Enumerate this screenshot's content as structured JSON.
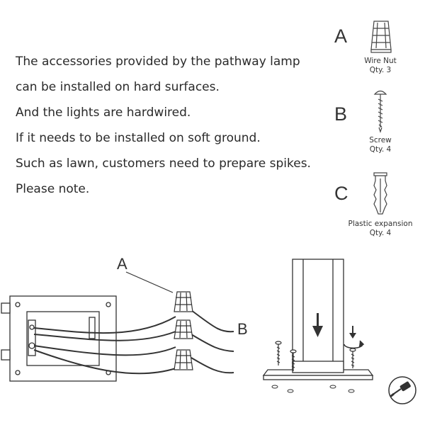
{
  "intro_lines": [
    "The accessories provided by the pathway lamp",
    "can be installed on hard surfaces.",
    "And the lights are hardwired.",
    "If it needs to be installed on soft ground.",
    "Such as lawn, customers need to prepare spikes.",
    "Please note."
  ],
  "parts": [
    {
      "letter": "A",
      "name": "Wire  Nut",
      "qty": "Qty. 3",
      "icon": "wire-nut-icon"
    },
    {
      "letter": "B",
      "name": "Screw",
      "qty": "Qty. 4",
      "icon": "screw-icon"
    },
    {
      "letter": "C",
      "name": "Plastic expansion",
      "qty": "Qty. 4",
      "icon": "plastic-anchor-icon"
    }
  ],
  "diagram_labels": {
    "wiring": "A",
    "mounting": "B"
  }
}
